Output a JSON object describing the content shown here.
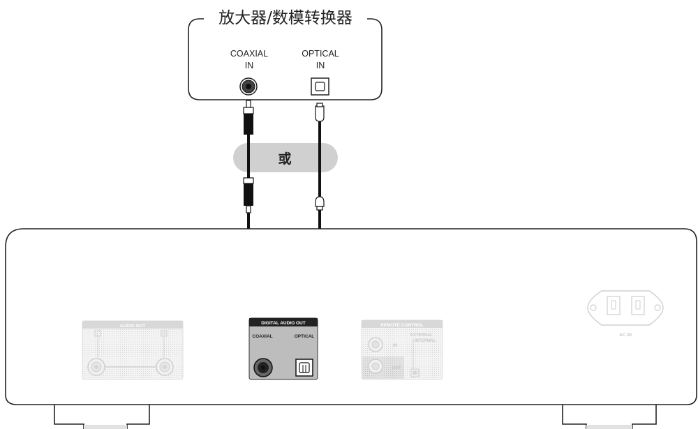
{
  "amp": {
    "title": "放大器/数模转换器",
    "coaxial_label_1": "COAXIAL",
    "coaxial_label_2": "IN",
    "optical_label_1": "OPTICAL",
    "optical_label_2": "IN"
  },
  "or_label": "或",
  "player": {
    "audio_out": "AUDIO OUT",
    "audio_out_l": "L",
    "audio_out_r": "R",
    "digital_out": "DIGITAL AUDIO OUT",
    "digital_coaxial": "COAXIAL",
    "digital_optical": "OPTICAL",
    "remote_control": "REMOTE CONTROL",
    "remote_in": "IN",
    "remote_out": "OUT",
    "remote_external": "EXTERNAL",
    "remote_internal": "INTERNAL",
    "ac_in": "AC IN"
  },
  "colors": {
    "cable": "#1a1a1a",
    "or_band": "#d0d0d0",
    "faded_panel": "#d8d8d8",
    "digital_panel": "#bdbdbd"
  }
}
